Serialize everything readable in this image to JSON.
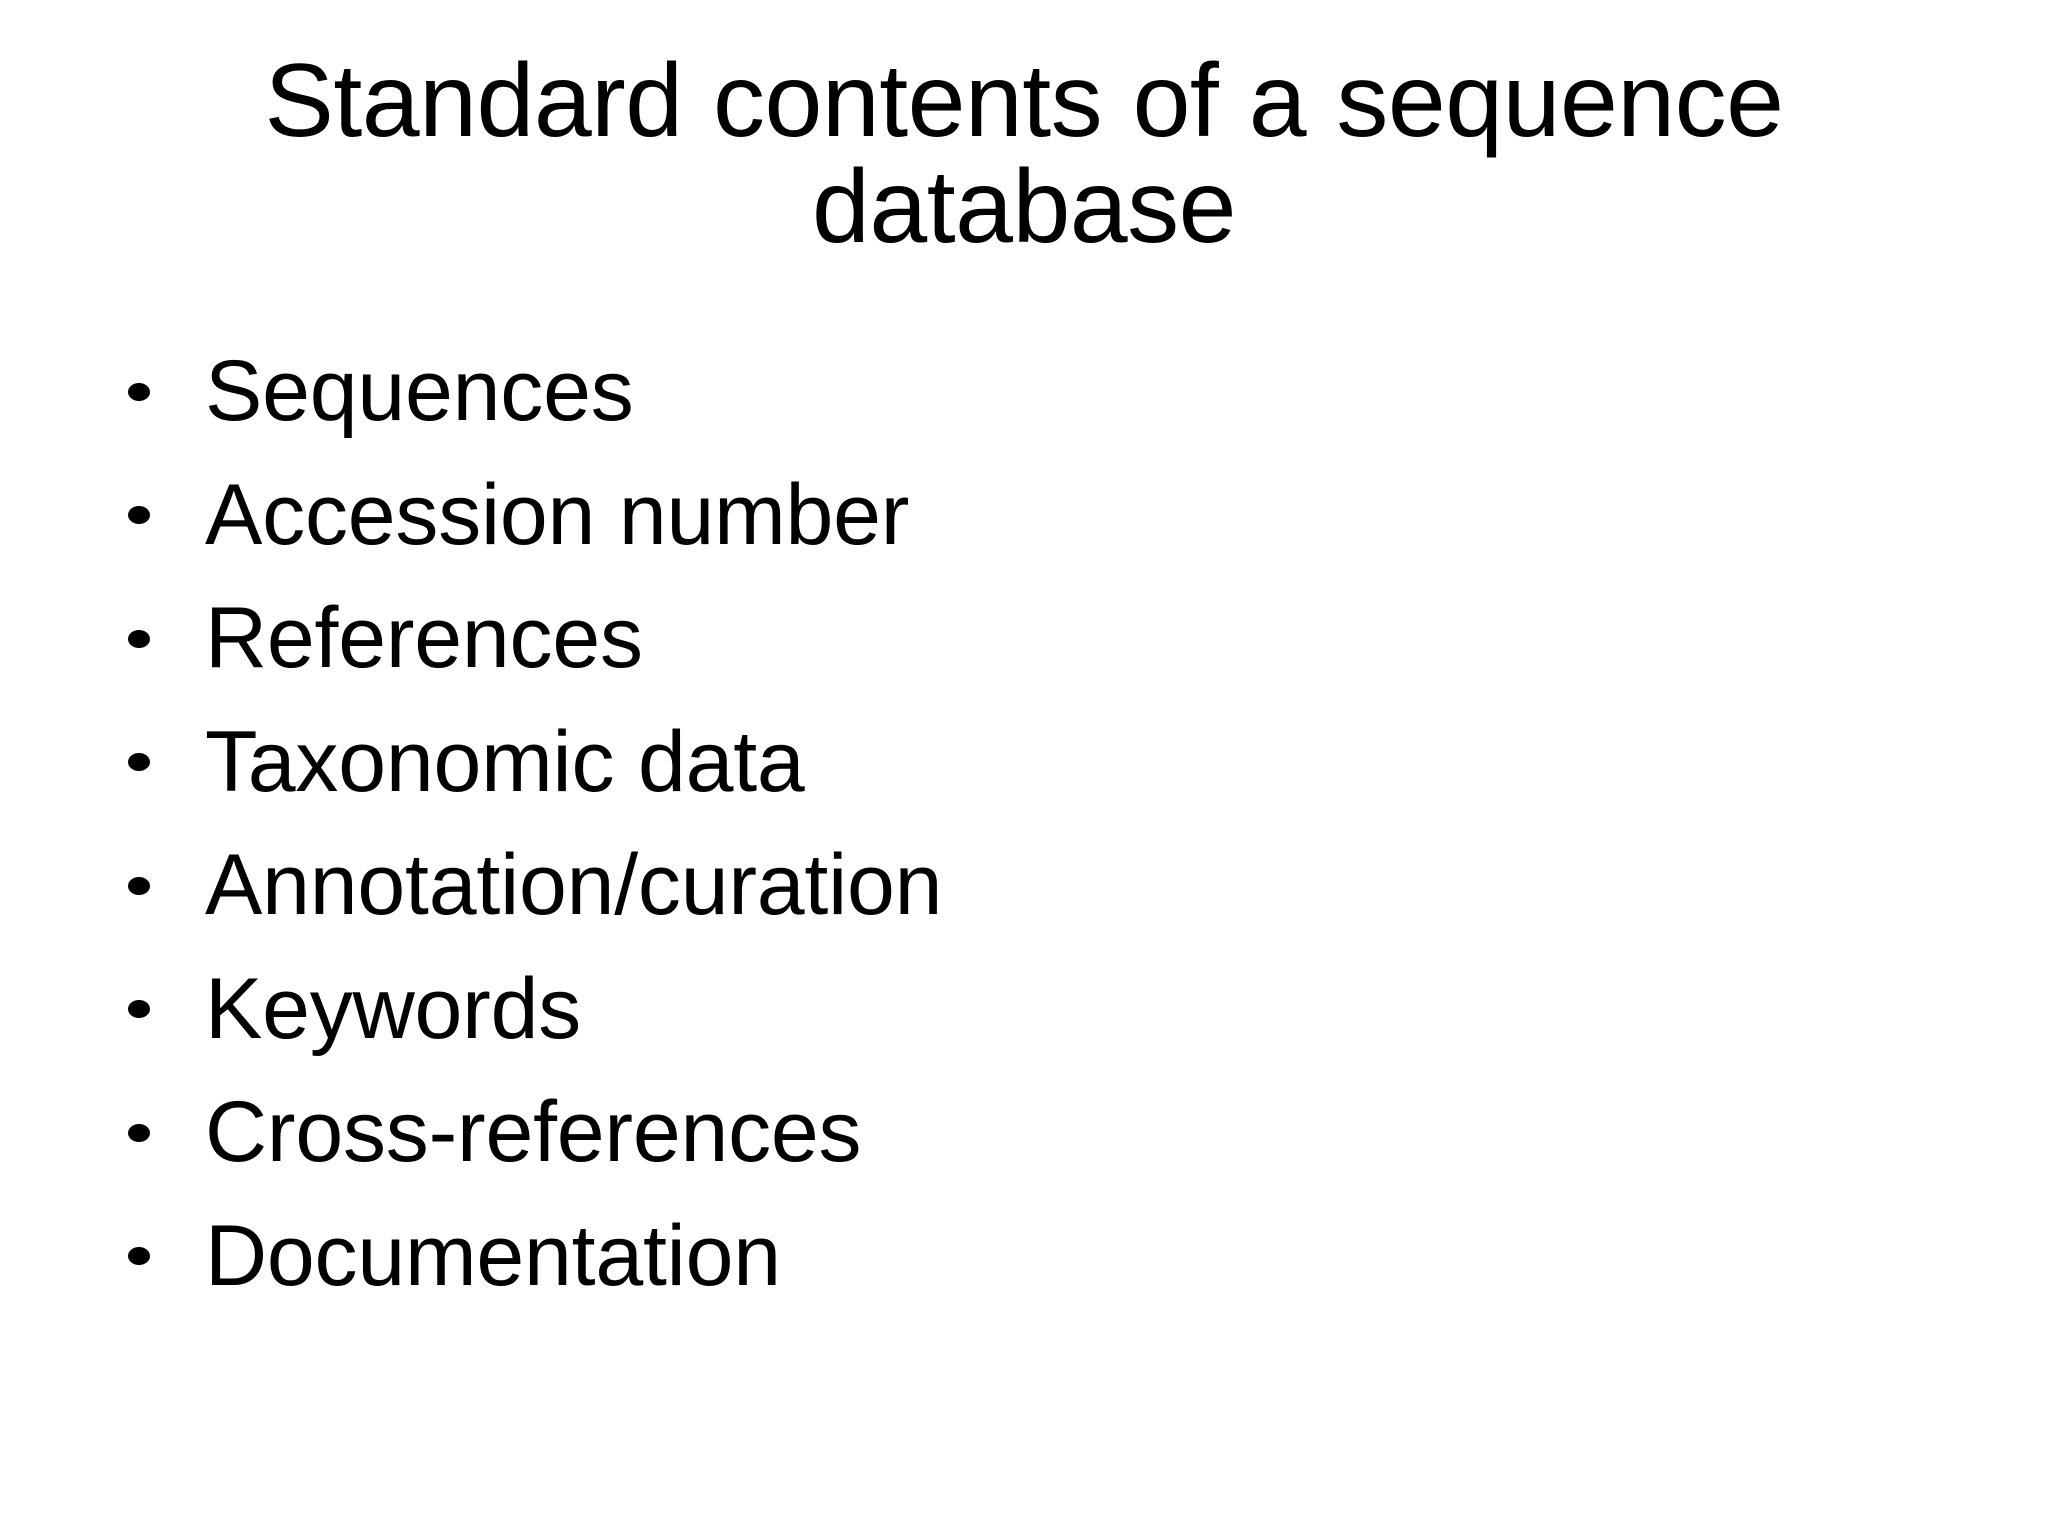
{
  "slide": {
    "background_color": "#ffffff",
    "text_color": "#000000",
    "title": "Standard contents of a sequence database",
    "title_line_1": "Standard contents of a sequence",
    "title_line_2": "database",
    "bullets": [
      {
        "label": "Sequences",
        "marker": "bullet-dot-icon"
      },
      {
        "label": "Accession number",
        "marker": "bullet-dot-icon"
      },
      {
        "label": "References",
        "marker": "bullet-dot-icon"
      },
      {
        "label": "Taxonomic data",
        "marker": "bullet-dot-icon"
      },
      {
        "label": "Annotation/curation",
        "marker": "bullet-dot-icon"
      },
      {
        "label": "Keywords",
        "marker": "bullet-dot-icon"
      },
      {
        "label": "Cross-references",
        "marker": "bullet-dot-icon"
      },
      {
        "label": "Documentation",
        "marker": "bullet-dot-icon"
      }
    ]
  }
}
